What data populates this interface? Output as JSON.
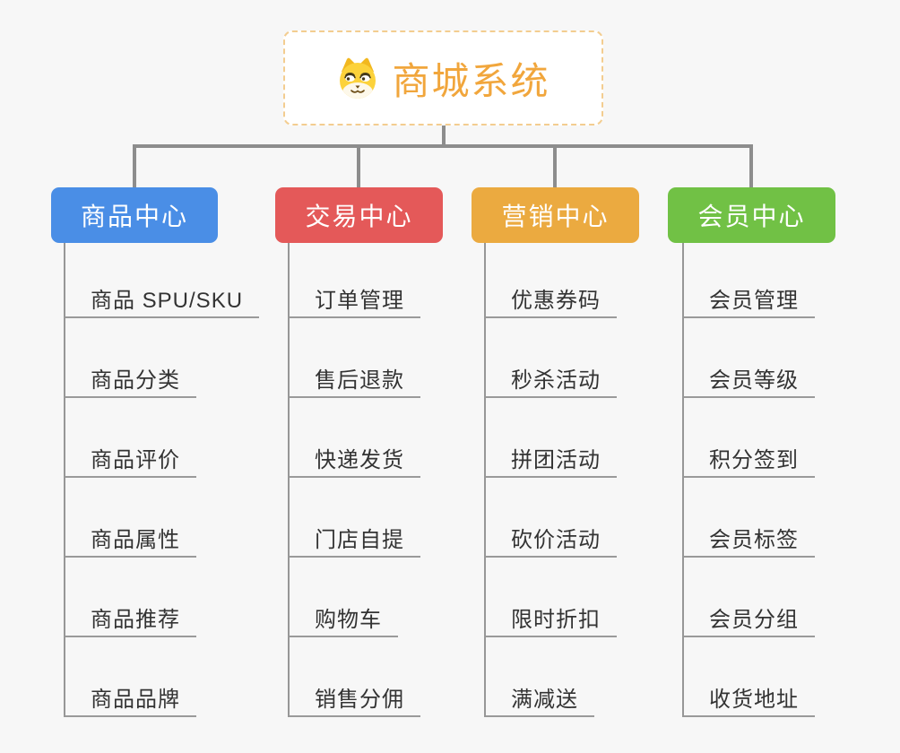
{
  "root": {
    "title": "商城系统",
    "icon": "dog-face-icon",
    "title_color": "#f1a63c",
    "border_color": "#f3cd90"
  },
  "branches": [
    {
      "label": "商品中心",
      "color": "#4a8ee6",
      "children": [
        "商品 SPU/SKU",
        "商品分类",
        "商品评价",
        "商品属性",
        "商品推荐",
        "商品品牌"
      ]
    },
    {
      "label": "交易中心",
      "color": "#e45959",
      "children": [
        "订单管理",
        "售后退款",
        "快递发货",
        "门店自提",
        "购物车",
        "销售分佣"
      ]
    },
    {
      "label": "营销中心",
      "color": "#ebaa40",
      "children": [
        "优惠券码",
        "秒杀活动",
        "拼团活动",
        "砍价活动",
        "限时折扣",
        "满减送"
      ]
    },
    {
      "label": "会员中心",
      "color": "#71c145",
      "children": [
        "会员管理",
        "会员等级",
        "积分签到",
        "会员标签",
        "会员分组",
        "收货地址"
      ]
    }
  ],
  "colors": {
    "background": "#f7f7f7",
    "connector": "#8d8d8d",
    "child_line": "#9a9a9a",
    "child_text": "#333333"
  }
}
